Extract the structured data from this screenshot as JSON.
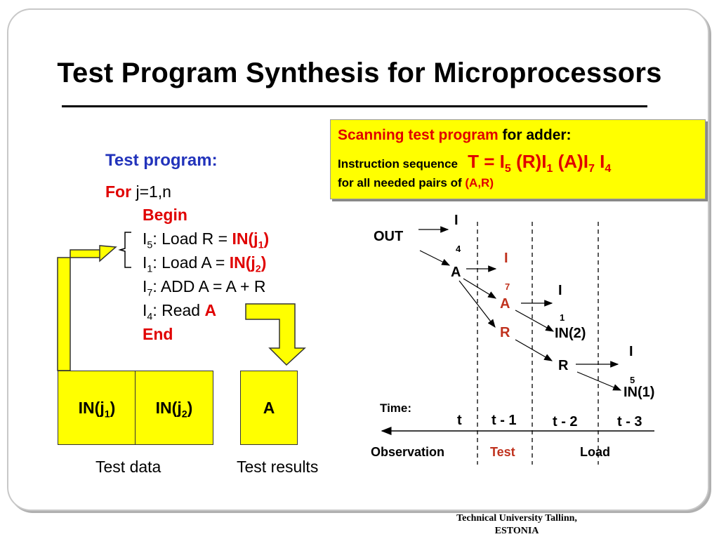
{
  "slide": {
    "title": "Test Program Synthesis for Microprocessors",
    "footer_line1": "Technical University Tallinn,",
    "footer_line2": "ESTONIA"
  },
  "scan_box": {
    "heading_red": "Scanning test program",
    "heading_black": " for adder:",
    "seq_label": "Instruction sequence",
    "seq_formula": "T = I5 (R)I1 (A)I7 I4",
    "pairs_text": "for all needed pairs of ",
    "pairs_red": "(A,R)"
  },
  "program": {
    "title": "Test program:",
    "for_kw": "For",
    "for_range": " j=1,n",
    "begin_kw": "Begin",
    "line_i5": ": Load R = ",
    "line_i5_val": "IN(j1)",
    "line_i1": ": Load A = ",
    "line_i1_val": "IN(j2)",
    "line_i7": ": ADD A = A + R",
    "line_i4": ": Read ",
    "line_i4_val": "A",
    "end_kw": "End",
    "i5": "I5",
    "i1": "I1",
    "i7": "I7",
    "i4": "I4"
  },
  "boxes": {
    "in_j1": "IN(j1)",
    "in_j2": "IN(j2)",
    "a": "A",
    "test_data": "Test data",
    "test_results": "Test results"
  },
  "timing": {
    "out": "OUT",
    "i4_main": "I",
    "i4_sub": "4",
    "i7_main": "I",
    "i7_sub": "7",
    "i1_main": "I",
    "i1_sub": "1",
    "i5_main": "I",
    "i5_sub": "5",
    "a1": "A",
    "a2": "A",
    "r1": "R",
    "r2": "R",
    "in2": "IN(2)",
    "in1": "IN(1)",
    "time_label": "Time:",
    "t0": "t",
    "t1": "t - 1",
    "t2": "t - 2",
    "t3": "t - 3",
    "phase_obs": "Observation",
    "phase_test": "Test",
    "phase_load": "Load"
  },
  "colors": {
    "accent_yellow": "#ffff00",
    "red": "#e00000",
    "blue_title": "#2233bb",
    "brown_red": "#c0321e"
  }
}
